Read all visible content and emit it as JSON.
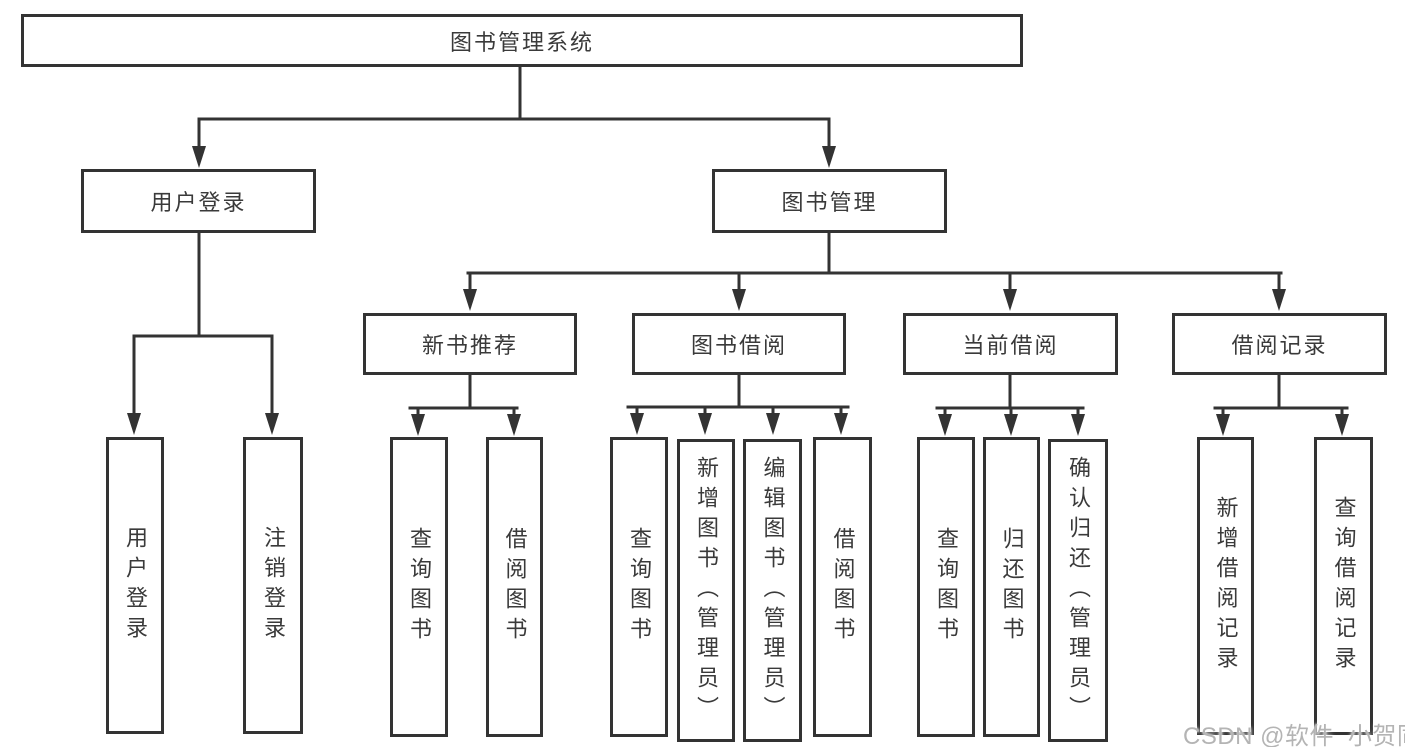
{
  "tree": {
    "label": "图书管理系统",
    "children": [
      {
        "label": "用户登录",
        "children": [
          {
            "label": "用户登录"
          },
          {
            "label": "注销登录"
          }
        ]
      },
      {
        "label": "图书管理",
        "children": [
          {
            "label": "新书推荐",
            "children": [
              {
                "label": "查询图书"
              },
              {
                "label": "借阅图书"
              }
            ]
          },
          {
            "label": "图书借阅",
            "children": [
              {
                "label": "查询图书"
              },
              {
                "label": "新增图书（管理员）"
              },
              {
                "label": "编辑图书（管理员）"
              },
              {
                "label": "借阅图书"
              }
            ]
          },
          {
            "label": "当前借阅",
            "children": [
              {
                "label": "查询图书"
              },
              {
                "label": "归还图书"
              },
              {
                "label": "确认归还（管理员）"
              }
            ]
          },
          {
            "label": "借阅记录",
            "children": [
              {
                "label": "新增借阅记录"
              },
              {
                "label": "查询借阅记录"
              }
            ]
          }
        ]
      }
    ]
  },
  "watermark": {
    "text": "CSDN @软件_小贺同学"
  },
  "colors": {
    "line": "#333333",
    "box_border": "#333333",
    "text": "#3a3a3a",
    "watermark": "#b4b4b4",
    "background": "#ffffff"
  }
}
